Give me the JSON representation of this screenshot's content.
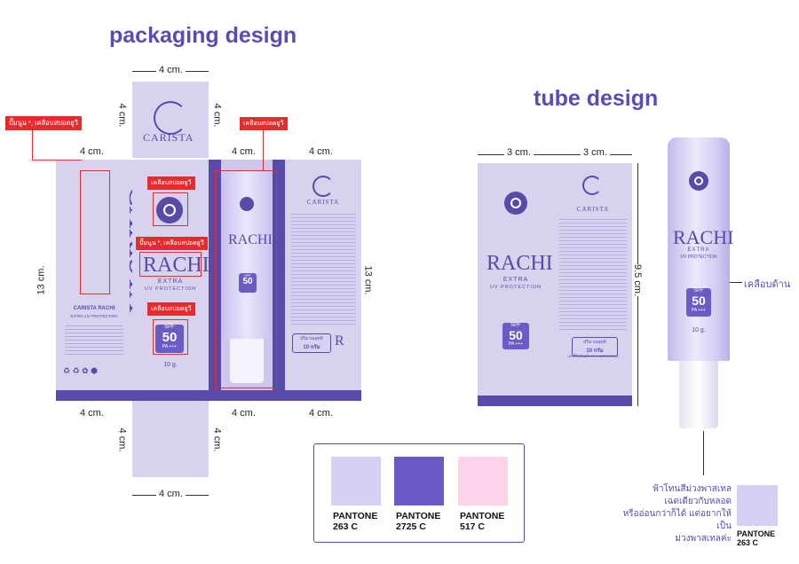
{
  "titles": {
    "packaging": "packaging design",
    "tube": "tube design"
  },
  "dims": {
    "top_width": "4 cm.",
    "flap_height_left": "4 cm.",
    "flap_height_right": "4 cm.",
    "panel_left": "4 cm.",
    "panel_right1": "4 cm.",
    "panel_right2": "4 cm.",
    "height_left": "13 cm.",
    "height_right": "13 cm.",
    "bottom_left": "4 cm.",
    "bottom_right1": "4 cm.",
    "bottom_right2": "4 cm.",
    "bottom_flap_left": "4 cm.",
    "bottom_flap_right": "4 cm.",
    "bottom_width": "4 cm.",
    "tube_left": "3 cm.",
    "tube_right": "3 cm.",
    "tube_height": "9.5 cm."
  },
  "callouts": {
    "emboss_spot_uv": "ปั๊มนูน *, เคลือบสปอตยูวี",
    "spot_uv_1": "เคลือบสปอตยูวี",
    "spot_uv_2": "เคลือบสปอตยูวี",
    "emboss_spot_uv_2": "ปั๊มนูน *, เคลือบสปอตยูวี",
    "spot_uv_3": "เคลือบสปอตยูวี",
    "matte": "เคลือบด้าน"
  },
  "product": {
    "brand": "CARISTA",
    "name": "RACHI",
    "extra": "EXTRA",
    "uv": "UV PROTECTION",
    "spf_label": "SPF",
    "spf_value": "50",
    "pa": "PA +++",
    "weight": "10 g.",
    "volume_th": "ปริมาณสุทธิ",
    "volume_th2": "10 กรัม",
    "side_title": "CARISTA RACHI",
    "side_sub": "EXTRA UV PROTECTION",
    "fda": "เลขที่ใบรับแจ้ง 11-1-6400011566"
  },
  "swatches": [
    {
      "color": "#d8d0f4",
      "label1": "PANTONE",
      "label2": "263 C"
    },
    {
      "color": "#6a5ac6",
      "label1": "PANTONE",
      "label2": "2725 C"
    },
    {
      "color": "#fdd3ea",
      "label1": "PANTONE",
      "label2": "517 C"
    }
  ],
  "note": {
    "line1": "ฟ้าโทนสีม่วงพาสเทล",
    "line2": "เฉดเดียวกับหลอด",
    "line3": "หรืออ่อนกว่าก็ได้ แต่อยากให้เป็น",
    "line4": "ม่วงพาสเทลค่ะ",
    "pantone1": "PANTONE",
    "pantone2": "263 C",
    "color": "#d8d0f4"
  }
}
